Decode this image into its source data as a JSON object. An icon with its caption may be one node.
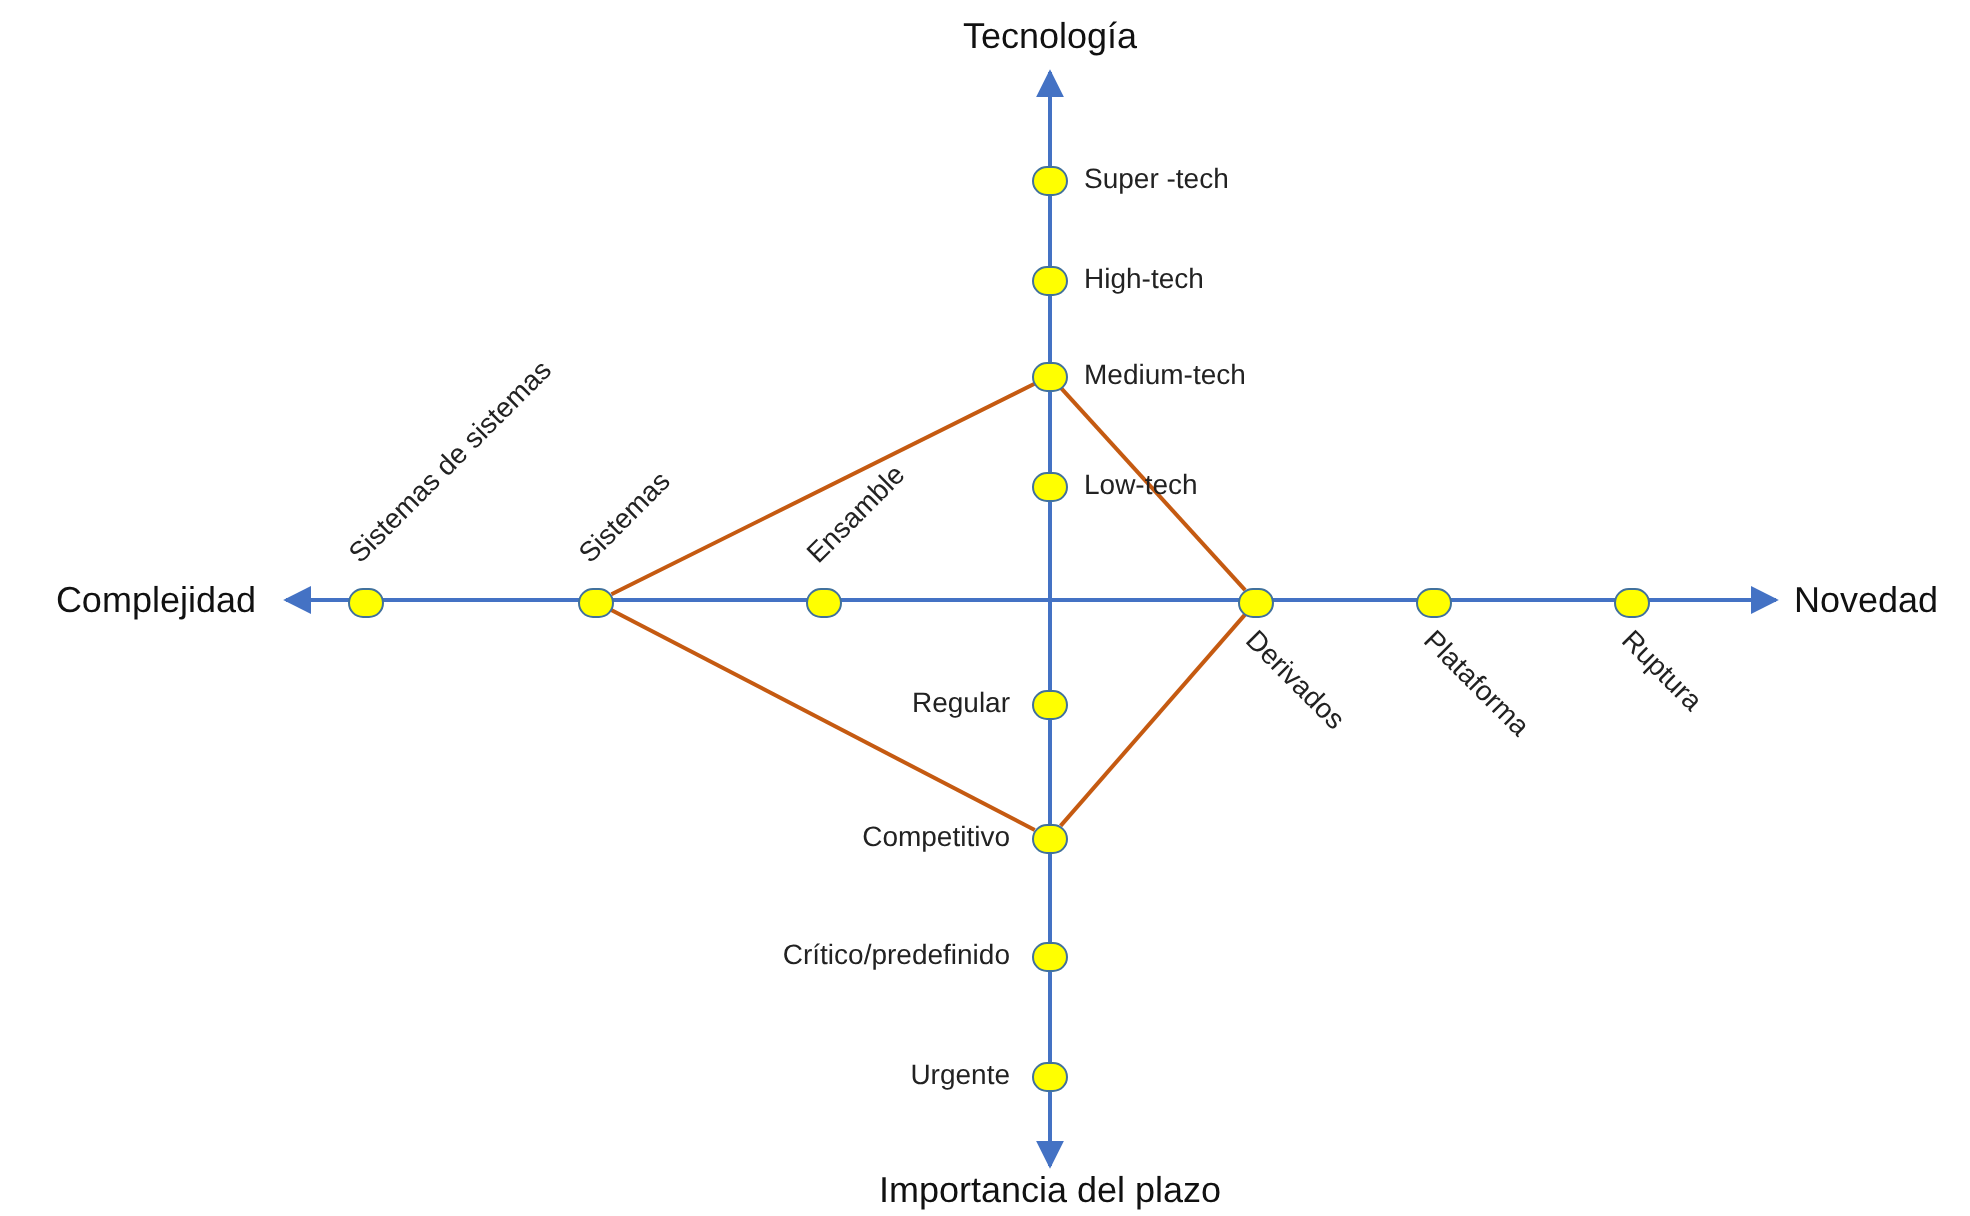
{
  "diagram": {
    "nodes": [
      {
        "text": [],
        "shape": "circle",
        "beside": [
          "Super -tech"
        ]
      },
      {
        "text": [],
        "shape": "circle",
        "beside": [
          "High-tech"
        ]
      },
      {
        "text": [],
        "shape": "circle",
        "beside": [
          "Medium-tech"
        ]
      },
      {
        "text": [],
        "shape": "circle",
        "beside": [
          "Low-tech"
        ]
      },
      {
        "text": [],
        "shape": "circle",
        "beside": [
          "Sistemas de sistemas"
        ]
      },
      {
        "text": [],
        "shape": "circle",
        "beside": [
          "Sistemas"
        ]
      },
      {
        "text": [],
        "shape": "circle",
        "beside": [
          "Ensamble"
        ]
      },
      {
        "text": [],
        "shape": "circle",
        "beside": [
          "Derivados"
        ]
      },
      {
        "text": [],
        "shape": "circle",
        "beside": [
          "Plataforma"
        ]
      },
      {
        "text": [],
        "shape": "circle",
        "beside": [
          "Ruptura"
        ]
      },
      {
        "text": [],
        "shape": "circle",
        "beside": [
          "Regular"
        ]
      },
      {
        "text": [],
        "shape": "circle",
        "beside": [
          "Competitivo"
        ]
      },
      {
        "text": [],
        "shape": "circle",
        "beside": [
          "Crítico/predefinido"
        ]
      },
      {
        "text": [],
        "shape": "circle",
        "beside": [
          "Urgente"
        ]
      }
    ],
    "edges": [
      {
        "from": 5,
        "to": 2,
        "arrow": "none"
      },
      {
        "from": 2,
        "to": 7,
        "arrow": "none"
      },
      {
        "from": 7,
        "to": 11,
        "arrow": "none"
      },
      {
        "from": 11,
        "to": 5,
        "arrow": "none"
      }
    ],
    "labels": [
      "Tecnología",
      "Complejidad",
      "Novedad",
      "Importancia del plazo"
    ]
  }
}
